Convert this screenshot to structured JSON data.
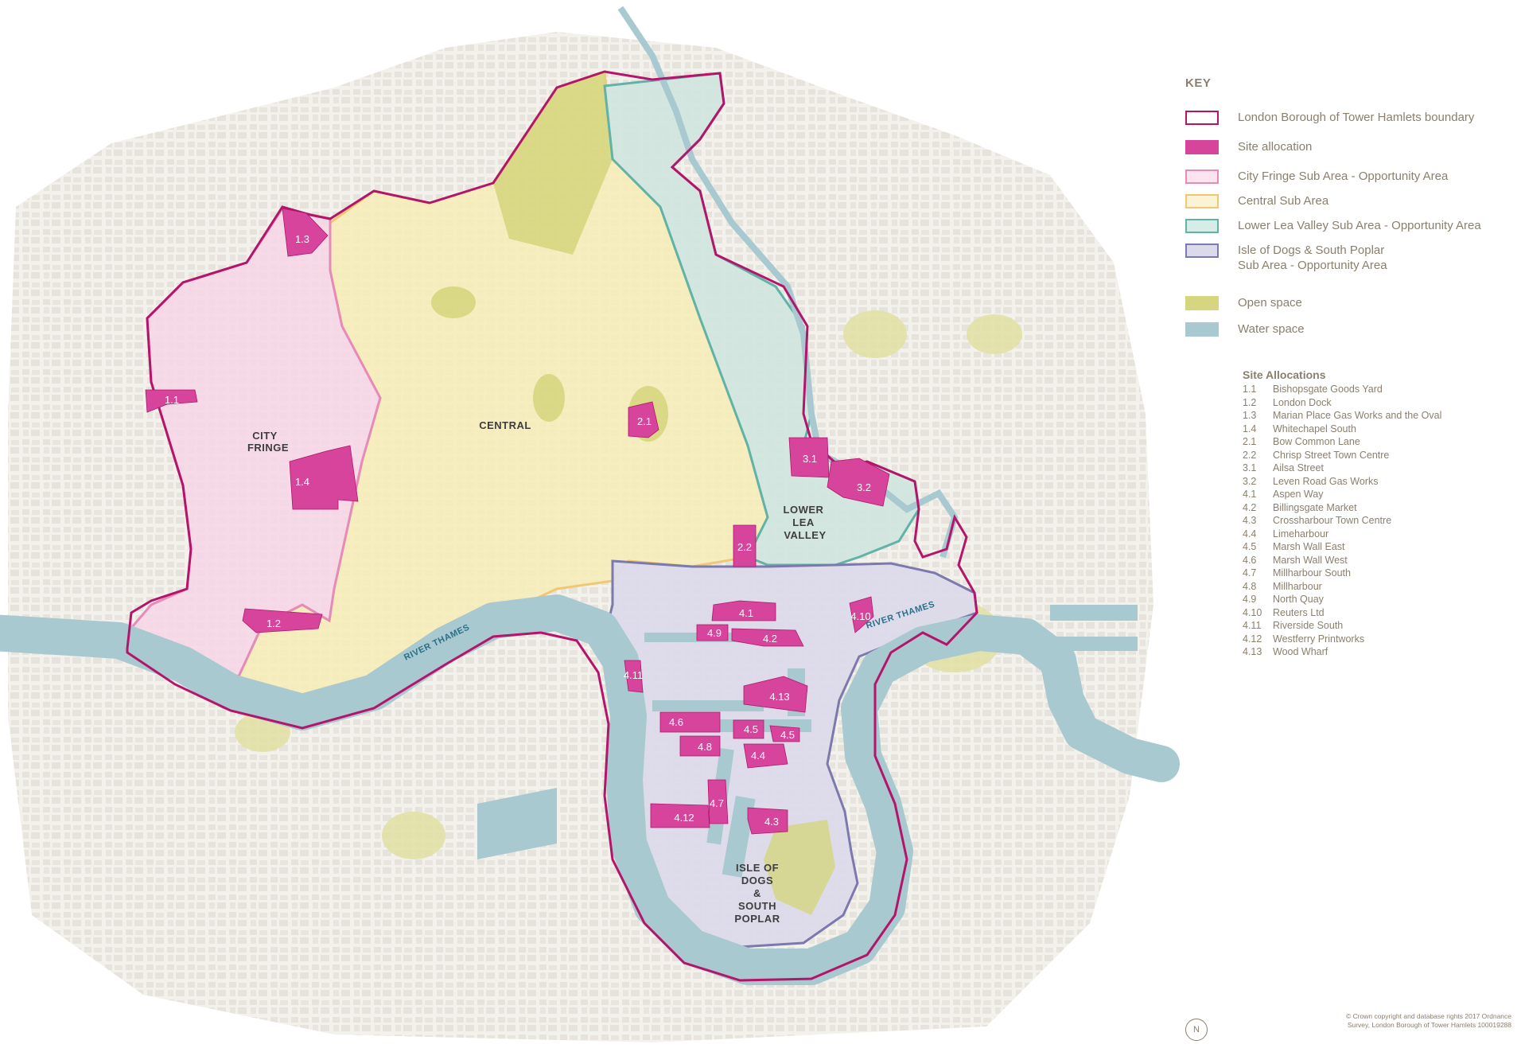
{
  "key": {
    "title": "KEY",
    "items": [
      {
        "label": "London Borough of Tower Hamlets boundary",
        "fill": "#ffffff",
        "stroke": "#b5146b"
      },
      {
        "label": "Site allocation",
        "fill": "#d6449c",
        "stroke": "#d6449c"
      },
      {
        "label": "City Fringe Sub Area - Opportunity Area",
        "fill": "#fbe3ef",
        "stroke": "#e68ab8"
      },
      {
        "label": "Central Sub Area",
        "fill": "#fbf3d6",
        "stroke": "#f0c873"
      },
      {
        "label": "Lower Lea Valley Sub Area - Opportunity Area",
        "fill": "#d6ece6",
        "stroke": "#5fb3a7"
      },
      {
        "label": "Isle of Dogs & South Poplar\nSub Area - Opportunity Area",
        "fill": "#dcdaea",
        "stroke": "#7c79ad"
      },
      {
        "label": "Open space",
        "fill": "#d5d67f",
        "stroke": "#d5d67f"
      },
      {
        "label": "Water space",
        "fill": "#a8c9cf",
        "stroke": "#a8c9cf"
      }
    ]
  },
  "site_allocations": {
    "title": "Site Allocations",
    "items": [
      {
        "code": "1.1",
        "name": "Bishopsgate Goods Yard"
      },
      {
        "code": "1.2",
        "name": "London Dock"
      },
      {
        "code": "1.3",
        "name": "Marian Place Gas Works and the Oval"
      },
      {
        "code": "1.4",
        "name": "Whitechapel South"
      },
      {
        "code": "2.1",
        "name": "Bow Common Lane"
      },
      {
        "code": "2.2",
        "name": "Chrisp Street Town Centre"
      },
      {
        "code": "3.1",
        "name": "Ailsa Street"
      },
      {
        "code": "3.2",
        "name": "Leven Road Gas Works"
      },
      {
        "code": "4.1",
        "name": "Aspen Way"
      },
      {
        "code": "4.2",
        "name": "Billingsgate Market"
      },
      {
        "code": "4.3",
        "name": "Crossharbour Town Centre"
      },
      {
        "code": "4.4",
        "name": "Limeharbour"
      },
      {
        "code": "4.5",
        "name": "Marsh Wall East"
      },
      {
        "code": "4.6",
        "name": "Marsh Wall West"
      },
      {
        "code": "4.7",
        "name": "Millharbour South"
      },
      {
        "code": "4.8",
        "name": "Millharbour"
      },
      {
        "code": "4.9",
        "name": "North Quay"
      },
      {
        "code": "4.10",
        "name": "Reuters Ltd"
      },
      {
        "code": "4.11",
        "name": "Riverside South"
      },
      {
        "code": "4.12",
        "name": "Westferry Printworks"
      },
      {
        "code": "4.13",
        "name": "Wood Wharf"
      }
    ]
  },
  "map": {
    "zones": {
      "city_fringe": [
        "CITY",
        "FRINGE"
      ],
      "central": [
        "CENTRAL"
      ],
      "lower_lea_valley": [
        "LOWER",
        "LEA",
        "VALLEY"
      ],
      "isle_of_dogs": [
        "ISLE OF",
        "DOGS",
        "&",
        "SOUTH",
        "POPLAR"
      ]
    },
    "river_label": "RIVER THAMES",
    "river_label_2": "RIVER THAMES",
    "site_labels": {
      "s11": "1.1",
      "s12": "1.2",
      "s13": "1.3",
      "s14": "1.4",
      "s21": "2.1",
      "s22": "2.2",
      "s31": "3.1",
      "s32": "3.2",
      "s41": "4.1",
      "s42": "4.2",
      "s43": "4.3",
      "s44": "4.4",
      "s45a": "4.5",
      "s45b": "4.5",
      "s46": "4.6",
      "s47": "4.7",
      "s48": "4.8",
      "s49": "4.9",
      "s410": "4.10",
      "s411": "4.11",
      "s412": "4.12",
      "s413": "4.13"
    }
  },
  "compass": "N",
  "copyright": "© Crown copyright and database rights 2017 Ordnance Survey, London Borough of Tower Hamlets 100019288"
}
